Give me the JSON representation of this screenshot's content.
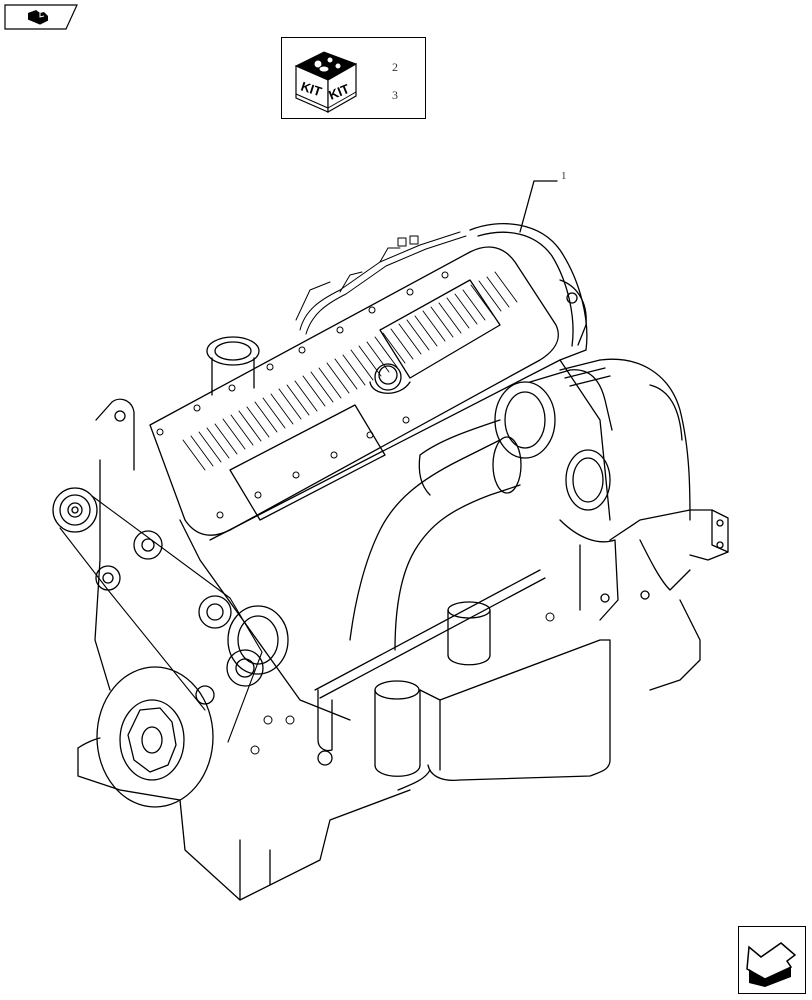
{
  "page": {
    "type": "parts catalog illustration",
    "subject": "engine assembly"
  },
  "navigation": {
    "prev_tab_icon": "book-tab-icon",
    "next_page_icon": "arrow-left-down-icon"
  },
  "kit": {
    "icon": "kit-box-icon",
    "box_label_left": "KIT",
    "box_label_right": "KIT",
    "references": [
      "2",
      "3"
    ]
  },
  "callouts": [
    {
      "number": "1",
      "target": "engine assembly"
    }
  ],
  "colors": {
    "line": "#000000",
    "background": "#ffffff",
    "label_text": "#333333"
  }
}
